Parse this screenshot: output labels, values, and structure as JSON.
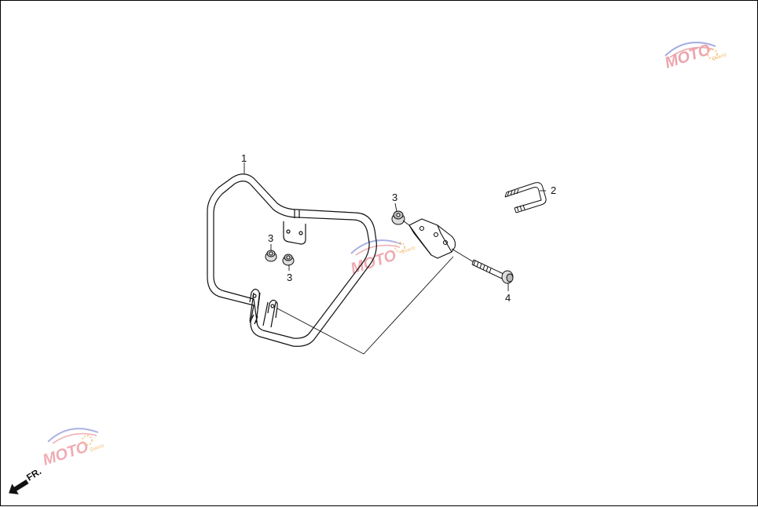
{
  "parts": [
    {
      "label": "1",
      "name": "guard-bar"
    },
    {
      "label": "2",
      "name": "u-bolt"
    },
    {
      "label": "3",
      "name": "flange-nut"
    },
    {
      "label": "3",
      "name": "flange-nut"
    },
    {
      "label": "3",
      "name": "flange-nut"
    },
    {
      "label": "4",
      "name": "flange-bolt"
    }
  ],
  "direction_indicator": {
    "label": "FR."
  },
  "watermark": {
    "text": "MOTO",
    "subtext": "Quartz",
    "color_primary": "#e05a6a",
    "color_secondary": "#f0a030",
    "color_accent": "#5566cc"
  },
  "colors": {
    "line": "#111111",
    "frame": "#000000",
    "background": "#ffffff"
  }
}
